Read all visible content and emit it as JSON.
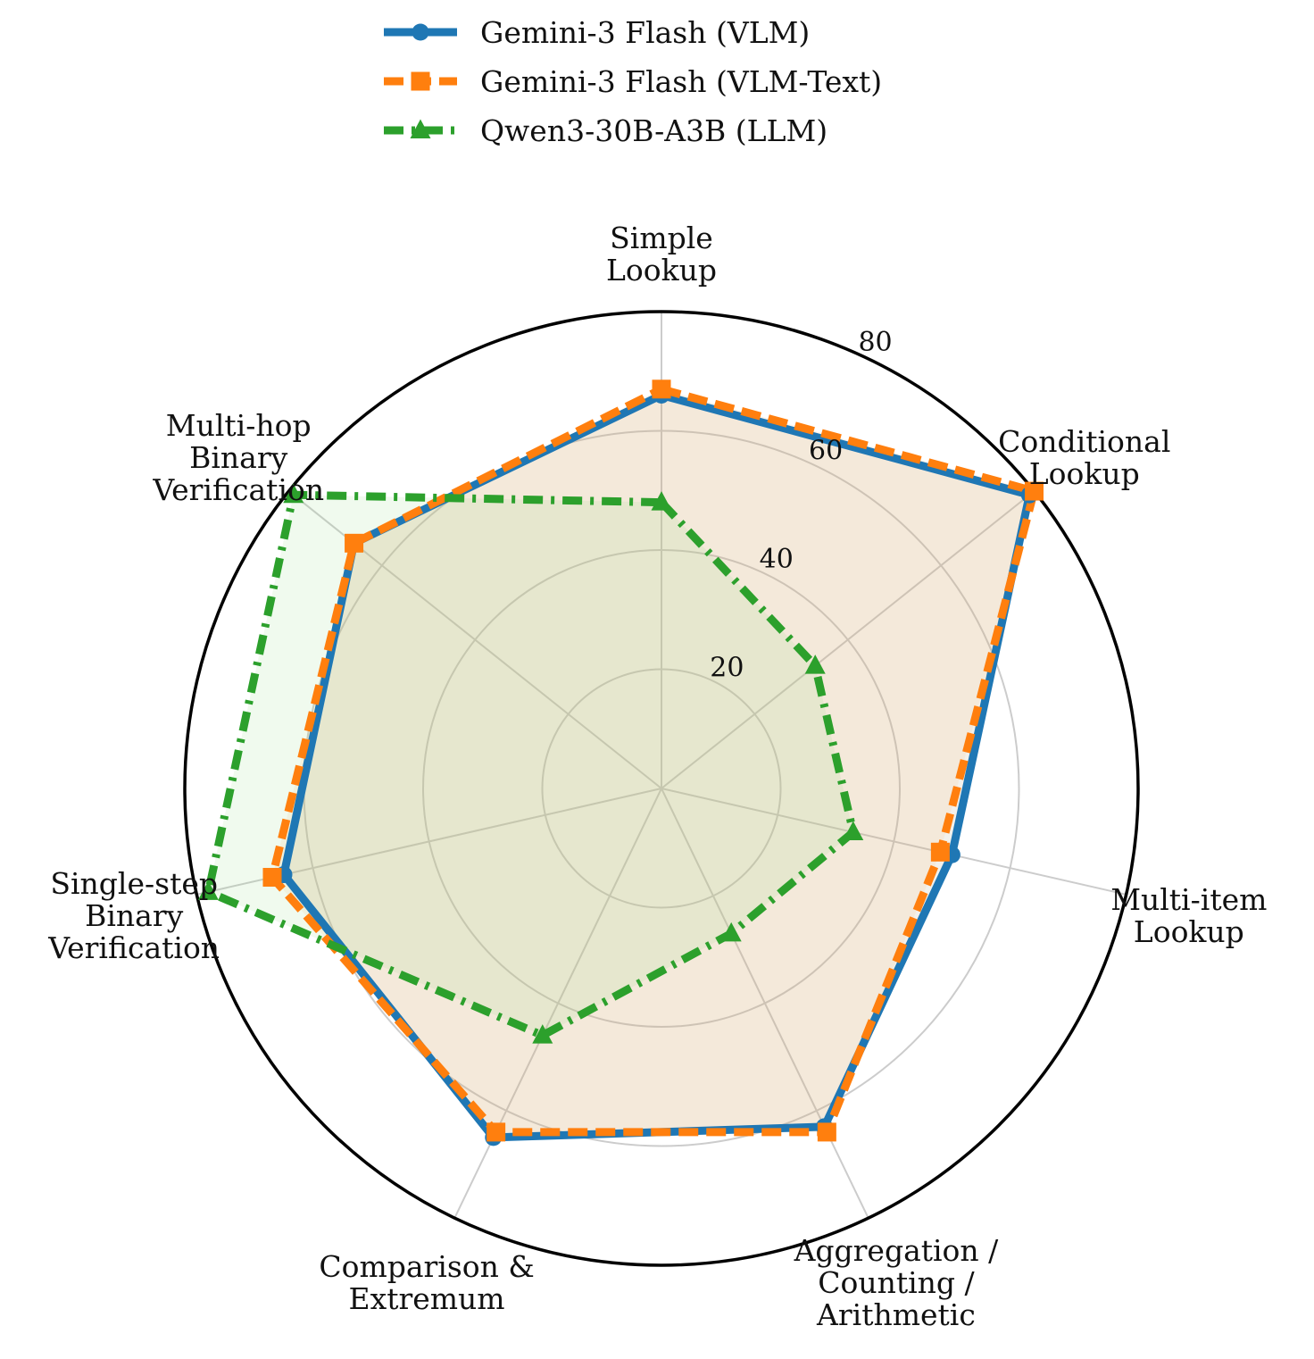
{
  "chart_data": {
    "type": "radar",
    "categories": [
      [
        "Simple",
        "Lookup"
      ],
      [
        "Conditional",
        "Lookup"
      ],
      [
        "Multi-item",
        "Lookup"
      ],
      [
        "Aggregation /",
        "Counting /",
        "Arithmetic"
      ],
      [
        "Comparison &",
        "Extremum"
      ],
      [
        "Single-step",
        "Binary",
        "Verification"
      ],
      [
        "Multi-hop",
        "Binary",
        "Verification"
      ]
    ],
    "radial_ticks": [
      "20",
      "40",
      "60",
      "80"
    ],
    "radial_tick_values": [
      20,
      40,
      60,
      80
    ],
    "rlim": [
      0,
      80
    ],
    "grid": true,
    "legend_position": "top-center",
    "series": [
      {
        "name": "Gemini-3 Flash (VLM)",
        "values": [
          66,
          79,
          50,
          63,
          65,
          65,
          66
        ],
        "color": "#1f77b4",
        "linestyle": "solid",
        "marker": "circle",
        "fill": "#a9a07d"
      },
      {
        "name": "Gemini-3 Flash (VLM-Text)",
        "values": [
          67,
          80,
          48,
          64,
          64,
          67,
          66
        ],
        "color": "#ff7f0e",
        "linestyle": "dashed",
        "marker": "square",
        "fill": "#ffbb78"
      },
      {
        "name": "Qwen3-30B-A3B (LLM)",
        "values": [
          48,
          33,
          33,
          27,
          46,
          78,
          79
        ],
        "color": "#2ca02c",
        "linestyle": "dashdot",
        "marker": "triangle",
        "fill": "#98df8a"
      }
    ]
  }
}
